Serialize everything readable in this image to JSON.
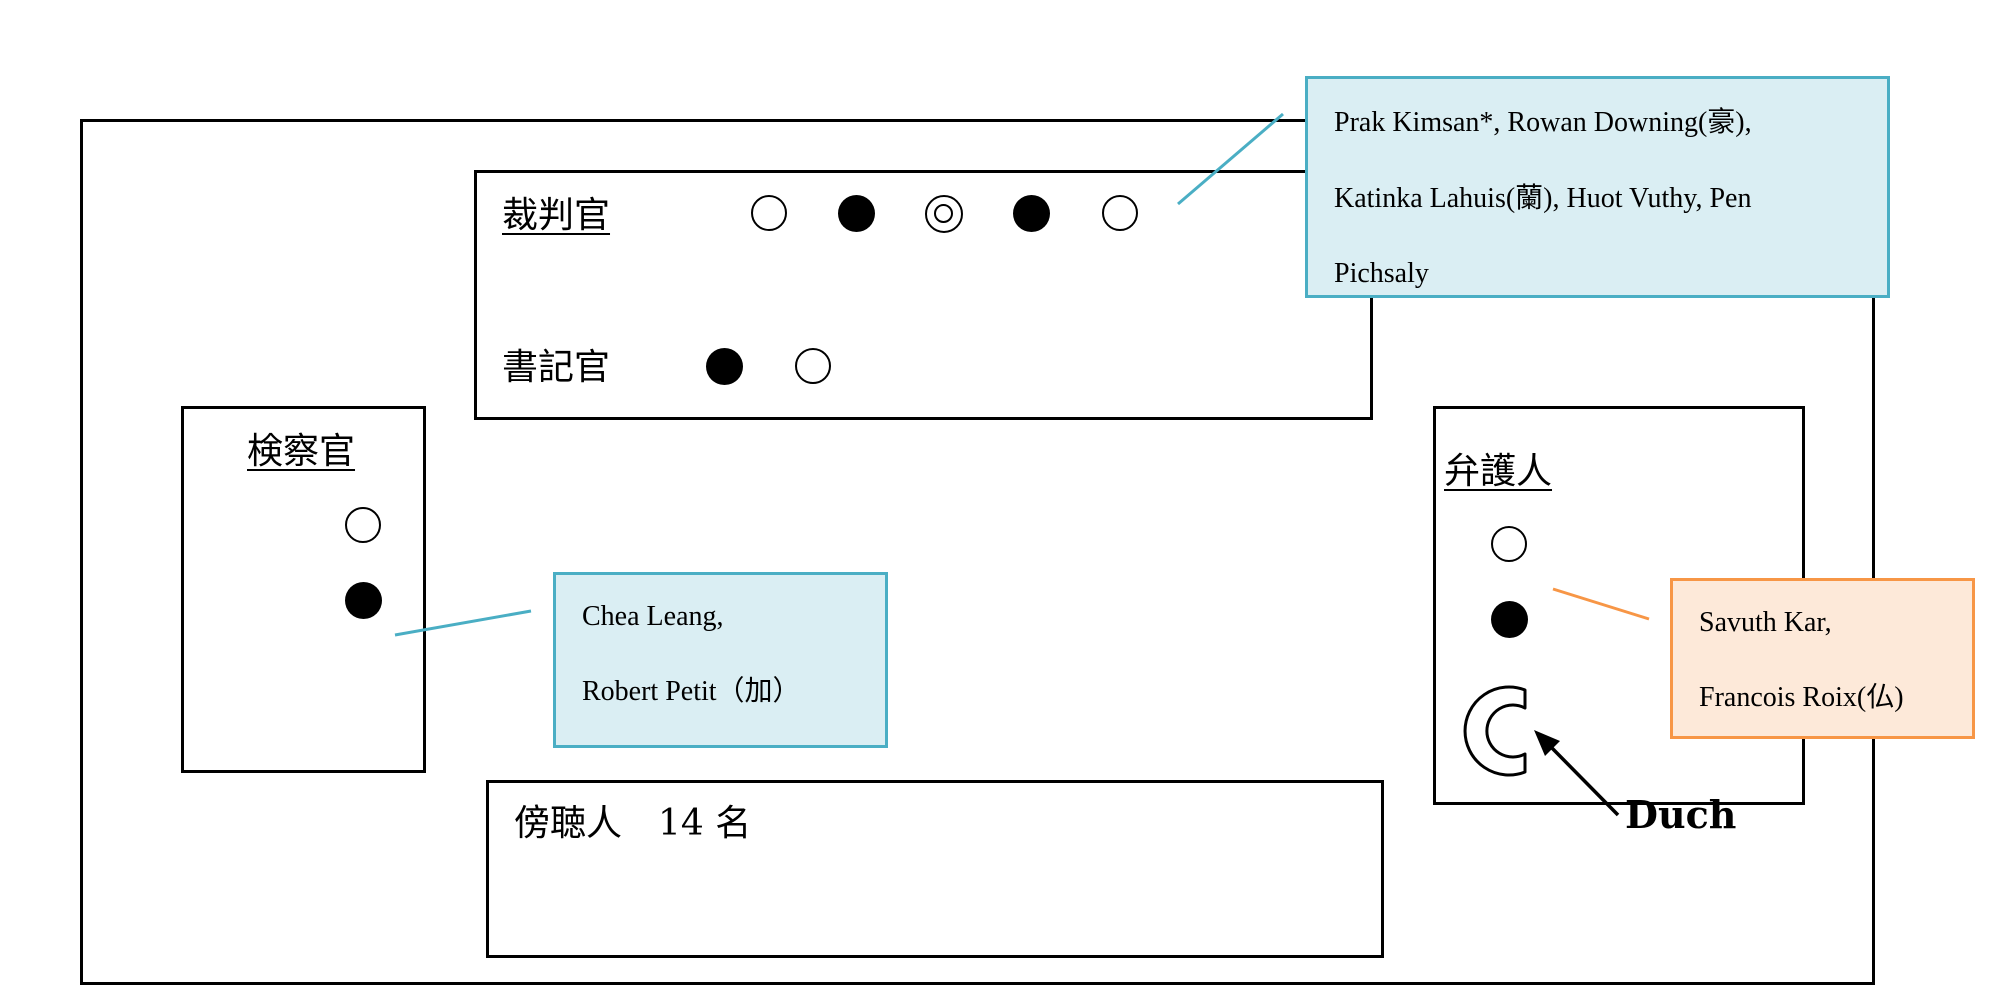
{
  "judges": {
    "label": "裁判官",
    "seats": [
      "empty",
      "filled",
      "double",
      "filled",
      "empty"
    ],
    "names_line1": "Prak  Kimsan*,  Rowan  Downing(豪),",
    "names_line2": "Katinka  Lahuis(蘭),  Huot  Vuthy,  Pen",
    "names_line3": "Pichsaly"
  },
  "clerks": {
    "label": "書記官",
    "seats": [
      "filled",
      "empty"
    ]
  },
  "prosecutors": {
    "label": "検察官",
    "seats": [
      "empty",
      "filled"
    ],
    "names_line1": "Chea Leang,",
    "names_line2": "Robert Petit（加）"
  },
  "defense": {
    "label": "弁護人",
    "seats": [
      "empty",
      "filled"
    ],
    "names_line1": "Savuth Kar,",
    "names_line2": "Francois Roix(仏)"
  },
  "accused": {
    "label": "Duch"
  },
  "gallery": {
    "label": "傍聴人　14 名"
  },
  "colors": {
    "blue_callout_fill": "#daeef3",
    "blue_callout_border": "#4aaec4",
    "orange_callout_fill": "#fde9d9",
    "orange_callout_border": "#f79646"
  }
}
